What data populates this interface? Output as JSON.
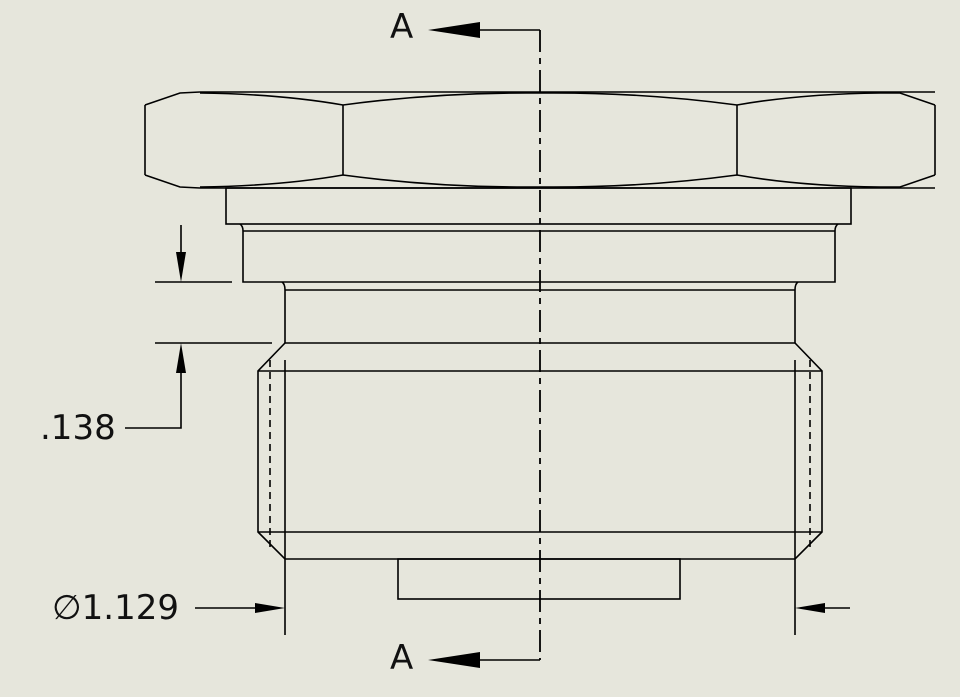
{
  "drawing": {
    "section_label_top": "A",
    "section_label_bottom": "A",
    "dimensions": [
      {
        "name": "groove-width",
        "text": ".138"
      },
      {
        "name": "thread-diameter",
        "symbol": "∅",
        "text": "1.129"
      }
    ]
  },
  "colors": {
    "background": "#e6e6dc",
    "line": "#000000"
  }
}
